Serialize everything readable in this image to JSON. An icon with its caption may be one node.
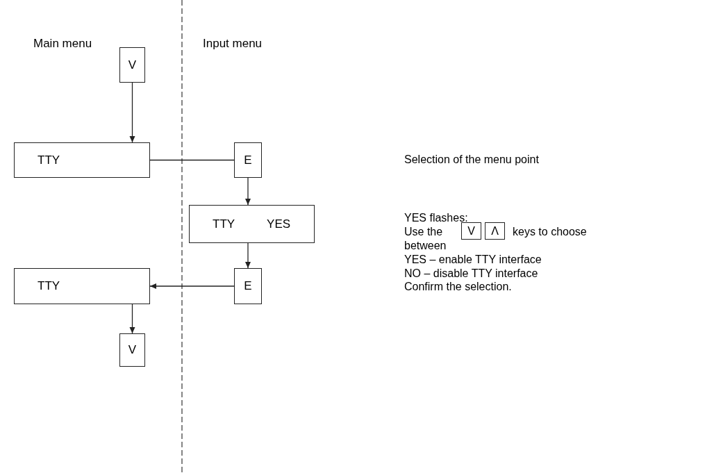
{
  "diagram": {
    "nodes": [
      {
        "text": [
          "V"
        ]
      },
      {
        "text": [
          "TTY"
        ]
      },
      {
        "text": [
          "E"
        ]
      },
      {
        "text": [
          "TTY",
          "YES"
        ]
      },
      {
        "text": [
          "E"
        ]
      },
      {
        "text": [
          "TTY"
        ]
      },
      {
        "text": [
          "V"
        ]
      }
    ],
    "edges": [
      {
        "from": 0,
        "to": 1,
        "arrow": "to"
      },
      {
        "from": 1,
        "to": 2,
        "arrow": "none"
      },
      {
        "from": 2,
        "to": 3,
        "arrow": "to"
      },
      {
        "from": 3,
        "to": 4,
        "arrow": "to"
      },
      {
        "from": 4,
        "to": 5,
        "arrow": "to"
      },
      {
        "from": 5,
        "to": 6,
        "arrow": "to"
      }
    ],
    "labels": [
      "Main menu",
      "Input menu",
      "Selection of the menu point",
      "YES flashes:",
      "Use the",
      "V",
      "Λ",
      "keys to choose",
      "between",
      "YES – enable TTY interface",
      "NO – disable TTY interface",
      "Confirm the selection."
    ]
  }
}
